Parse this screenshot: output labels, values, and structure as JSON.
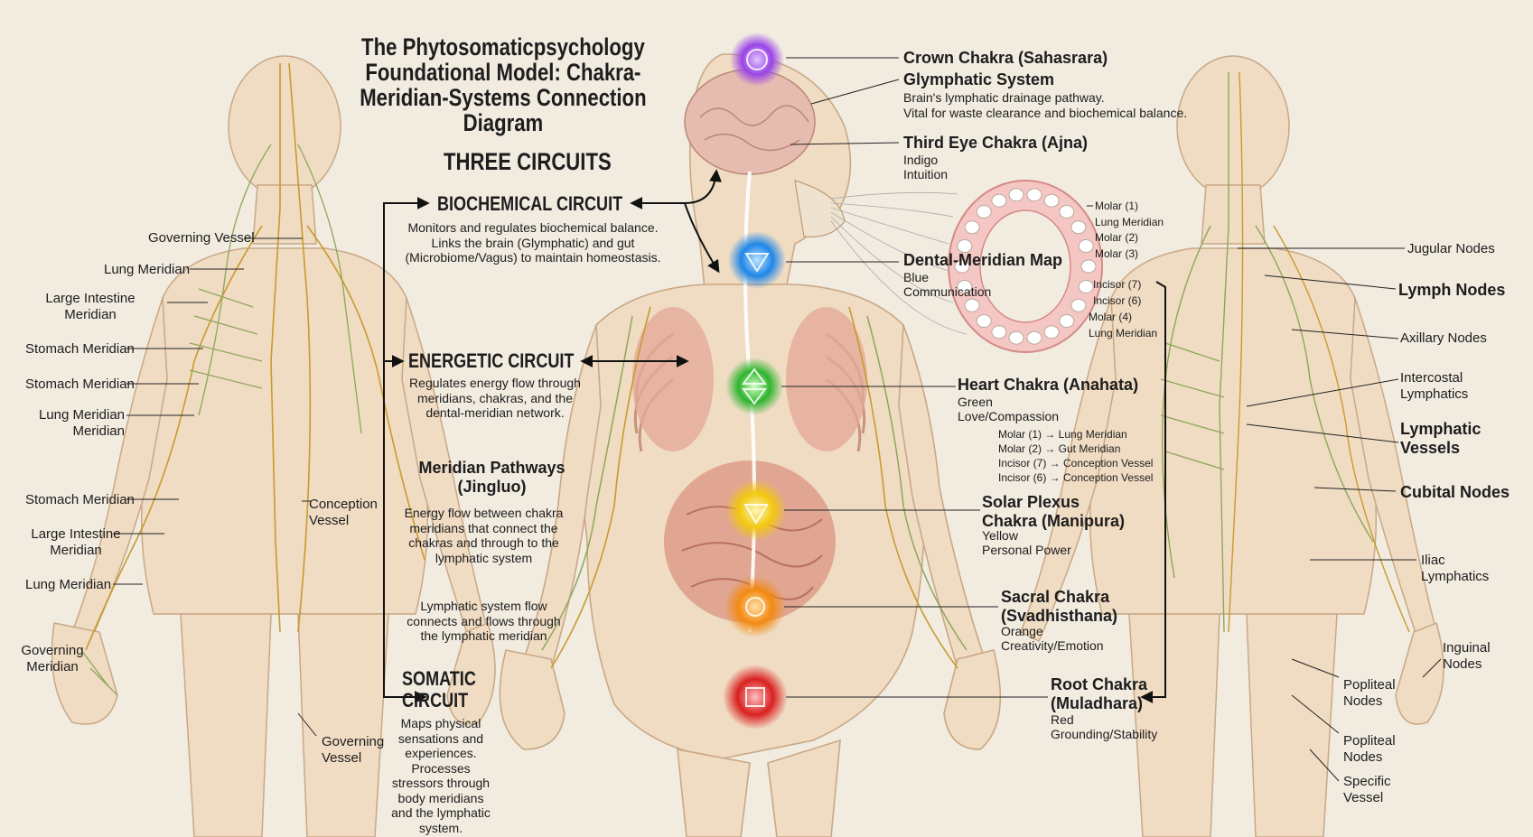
{
  "title": "The Phytosomaticpsychology Foundational Model: Chakra-Meridian-Systems Connection Diagram",
  "circuits_heading": "THREE CIRCUITS",
  "circuits": [
    {
      "name": "BIOCHEMICAL CIRCUIT",
      "desc": "Monitors and regulates biochemical balance. Links the brain (Glymphatic) and gut (Microbiome/Vagus) to maintain homeostasis."
    },
    {
      "name": "ENERGETIC CIRCUIT",
      "desc": "Regulates energy flow through meridians, chakras, and the dental-meridian network."
    },
    {
      "name": "SOMATIC CIRCUIT",
      "desc": "Maps physical sensations and experiences. Processes stressors through body meridians and the lymphatic system."
    }
  ],
  "meridian_pathways": {
    "title": "Meridian Pathways (Jingluo)",
    "desc": "Energy flow between chakra meridians that connect the chakras and through to the lymphatic system",
    "lymph_note": "Lymphatic system flow connects and flows through the lymphatic meridian"
  },
  "chakras": [
    {
      "name": "Crown Chakra (Sahasrara)",
      "color": "#8b3fd9",
      "lines": []
    },
    {
      "name": "Third Eye Chakra (Ajna)",
      "color": "#4b3fb8",
      "lines": [
        "Indigo",
        "Intuition"
      ]
    },
    {
      "name": "Dental-Meridian Map",
      "color": "#1f86e8",
      "lines": [
        "Blue",
        "Communication"
      ]
    },
    {
      "name": "Heart Chakra (Anahata)",
      "color": "#2fb52f",
      "lines": [
        "Green",
        "Love/Compassion"
      ]
    },
    {
      "name": "Solar Plexus Chakra (Manipura)",
      "color": "#f2c80f",
      "lines": [
        "Yellow",
        "Personal Power"
      ]
    },
    {
      "name": "Sacral Chakra (Svadhisthana)",
      "color": "#f28a12",
      "lines": [
        "Orange",
        "Creativity/Emotion"
      ]
    },
    {
      "name": "Root Chakra (Muladhara)",
      "color": "#d92020",
      "lines": [
        "Red",
        "Grounding/Stability"
      ]
    }
  ],
  "glymphatic": {
    "title": "Glymphatic System",
    "lines": [
      "Brain's lymphatic drainage pathway.",
      "Vital for waste clearance and biochemical balance."
    ]
  },
  "tooth_labels": [
    "Molar (1)",
    "Lung Meridian",
    "Molar (2)",
    "Molar (3)",
    "Incisor (7)",
    "Incisor (6)",
    "Molar (4)",
    "Lung Meridian"
  ],
  "dental_mappings": [
    "Molar (1) → Lung Meridian",
    "Molar (2) → Gut Meridian",
    "Incisor (7) → Conception Vessel",
    "Incisor (6) → Conception Vessel"
  ],
  "left_figure_labels": [
    "Governing Vessel",
    "Lung Meridian",
    "Large Intestine Meridian",
    "Stomach Meridian",
    "Stomach Meridian",
    "Lung Meridian Meridian",
    "Stomach Meridian",
    "Large Intestine Meridian",
    "Lung Meridian",
    "Governing Meridian",
    "Conception Vessel",
    "Governing Vessel"
  ],
  "right_figure_labels": [
    "Jugular Nodes",
    "Lymph Nodes",
    "Axillary Nodes",
    "Intercostal Lymphatics",
    "Lymphatic Vessels",
    "Cubital Nodes",
    "Iliac Lymphatics",
    "Inguinal Nodes",
    "Popliteal Nodes",
    "Popliteal Nodes",
    "Specific Vessel"
  ],
  "colors": {
    "background": "#f1ebe0",
    "skin": "#f0d9bd",
    "meridian": "#c99a2e",
    "lymph": "#8ea65a",
    "organ": "#d98f7f",
    "text": "#1d1d1d"
  }
}
